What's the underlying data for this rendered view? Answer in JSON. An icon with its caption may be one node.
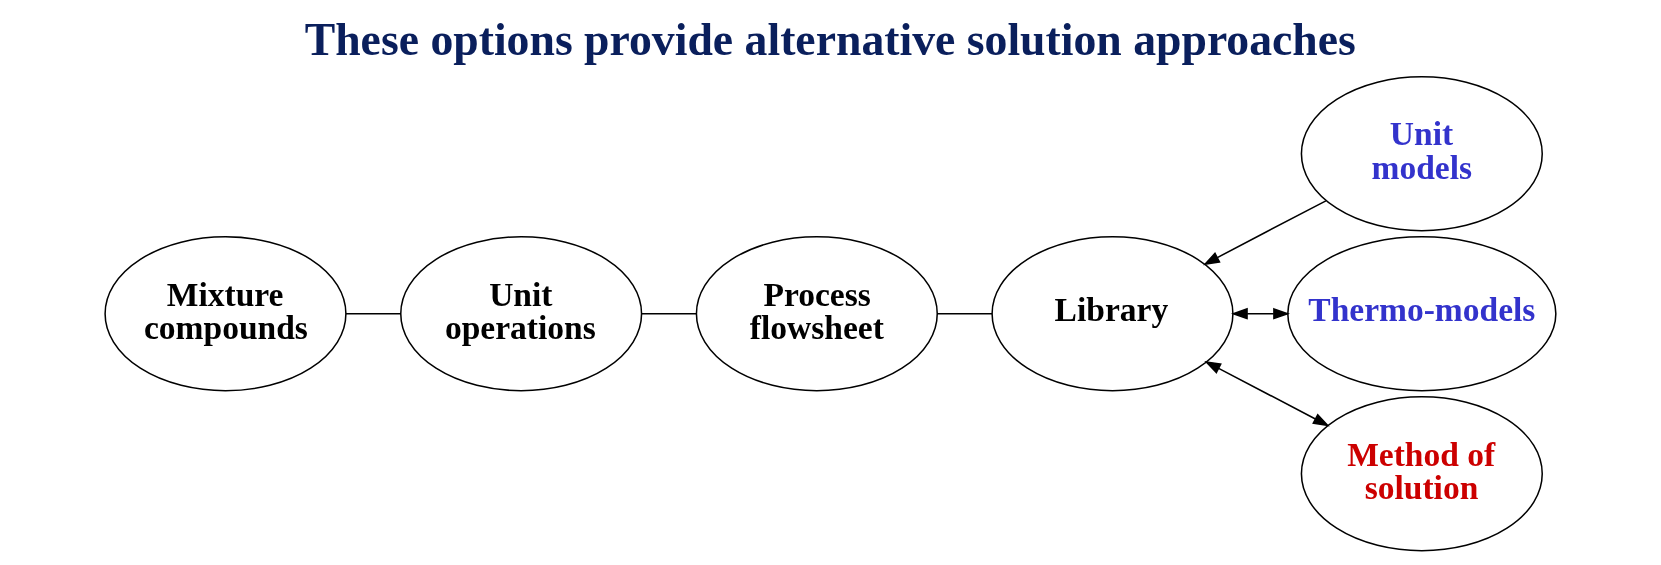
{
  "diagram": {
    "title": "These options provide alternative solution approaches",
    "nodes": [
      {
        "text": [
          "Mixture compounds"
        ]
      },
      {
        "text": [
          "Unit operations"
        ]
      },
      {
        "text": [
          "Process flowsheet"
        ]
      },
      {
        "text": [
          "Library"
        ]
      },
      {
        "text": [
          "Unit models"
        ]
      },
      {
        "text": [
          "Thermo-models"
        ]
      },
      {
        "text": [
          "Method of solution"
        ]
      }
    ],
    "edges": [
      {
        "from": 0,
        "to": 1,
        "arrow": "none"
      },
      {
        "from": 1,
        "to": 2,
        "arrow": "none"
      },
      {
        "from": 2,
        "to": 3,
        "arrow": "none"
      },
      {
        "from": 4,
        "to": 3,
        "arrow": "to"
      },
      {
        "from": 3,
        "to": 5,
        "arrow": "both"
      },
      {
        "from": 3,
        "to": 6,
        "arrow": "both"
      }
    ]
  }
}
